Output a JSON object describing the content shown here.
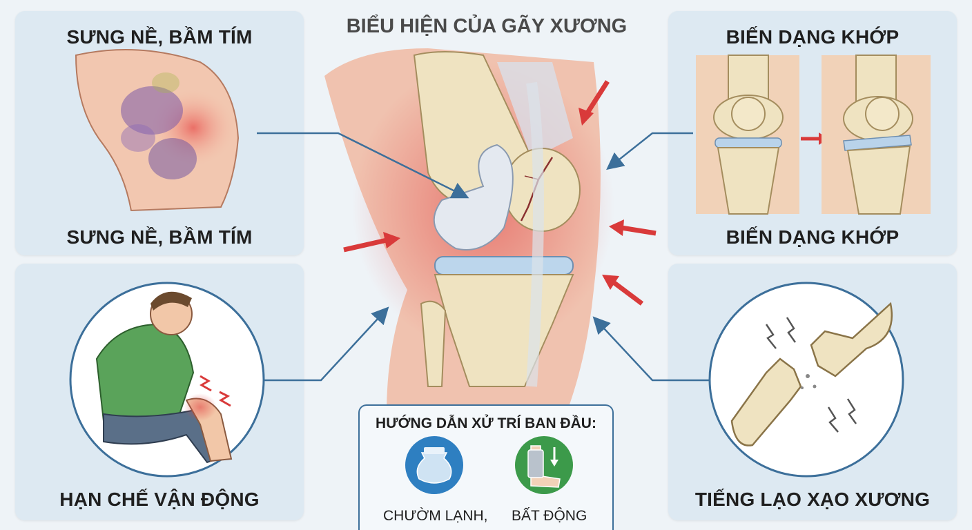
{
  "title": "BIỂU HIỆN CỦA GÃY XƯƠNG",
  "panels": {
    "top_left": {
      "title_top": "SƯNG NỀ, BẦM TÍM",
      "title_bottom": "SƯNG NỀ, BẦM TÍM"
    },
    "top_right": {
      "title_top": "BIẾN DẠNG KHỚP",
      "title_bottom": "BIẾN DẠNG KHỚP"
    },
    "bottom_left": {
      "title": "HẠN CHẾ VẬN ĐỘNG"
    },
    "bottom_right": {
      "title": "TIẾNG LẠO XẠO XƯƠNG"
    }
  },
  "guide": {
    "title": "HƯỚNG DẪN XỬ TRÍ BAN ĐẦU:",
    "items": [
      {
        "label": "CHƯỜM LẠNH,",
        "icon": "ice-pack-icon",
        "color": "#2e7fc1"
      },
      {
        "label": "BẤT ĐỘNG",
        "icon": "splint-icon",
        "color": "#3c9a4a"
      }
    ]
  },
  "colors": {
    "accent_blue": "#3c6f9a",
    "arrow_red": "#d93a3a",
    "panel_bg": "#dde9f2"
  }
}
